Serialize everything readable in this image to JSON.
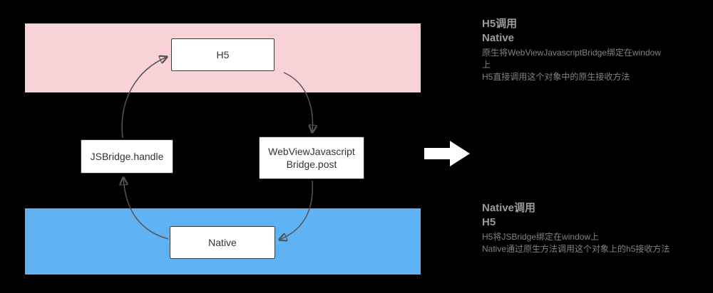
{
  "diagram": {
    "nodes": {
      "h5": "H5",
      "jsbridge_handle": "JSBridge.handle",
      "webview_bridge_line1": "WebViewJavascript",
      "webview_bridge_line2": "Bridge.post",
      "native": "Native"
    },
    "colors": {
      "h5_band": "#f8d2d6",
      "native_band": "#5fb2f3",
      "arrow": "#555555",
      "big_arrow": "#ffffff"
    }
  },
  "annotations": {
    "top": {
      "title_line1": "H5调用",
      "title_line2": "Native",
      "body_line1": "原生将WebViewJavascriptBridge绑定在window",
      "body_line2": "上",
      "body_line3": "H5直接调用这个对象中的原生接收方法"
    },
    "bottom": {
      "title_line1": "Native调用",
      "title_line2": "H5",
      "body_line1": "H5将JSBridge绑定在window上",
      "body_line2": "Native通过原生方法调用这个对象上的h5接收方法"
    }
  }
}
